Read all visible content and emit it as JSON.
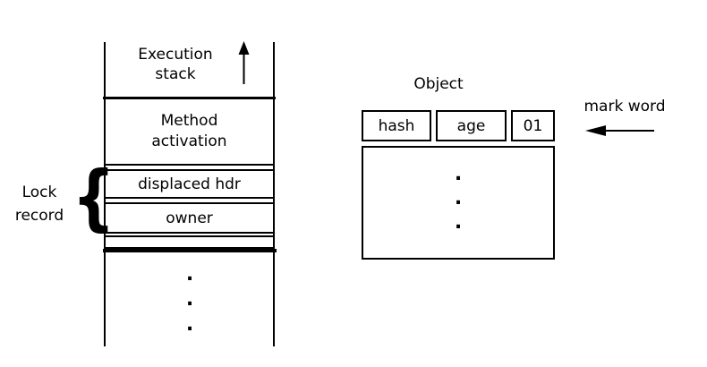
{
  "colors": {
    "ink": "#000000",
    "background": "#ffffff"
  },
  "stack": {
    "title_line1": "Execution",
    "title_line2": "stack",
    "growth_arrow_icon": "up-arrow",
    "method_activation_line1": "Method",
    "method_activation_line2": "activation",
    "displaced_hdr_label": "displaced hdr",
    "owner_label": "owner",
    "ellipsis": [
      ".",
      ".",
      "."
    ]
  },
  "lock_record": {
    "label_line1": "Lock",
    "label_line2": "record",
    "brace_glyph": "{"
  },
  "object": {
    "title": "Object",
    "header_cells": [
      "hash",
      "age",
      "01"
    ],
    "ellipsis": [
      ".",
      ".",
      "."
    ]
  },
  "mark_word": {
    "label": "mark word",
    "arrow_icon": "left-arrow"
  }
}
